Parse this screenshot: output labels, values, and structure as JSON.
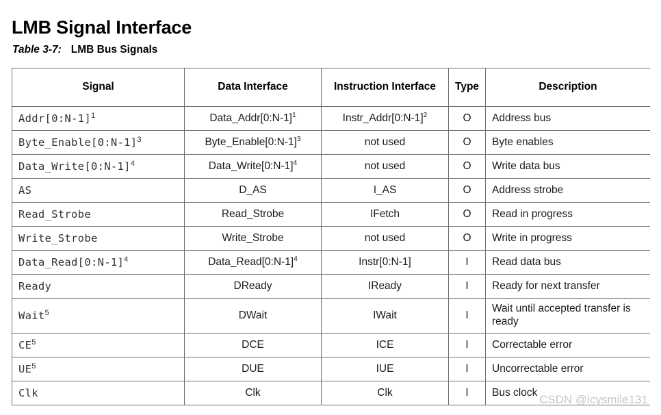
{
  "page": {
    "title": "LMB Signal Interface"
  },
  "caption": {
    "number": "Table 3-7:",
    "title": "LMB Bus Signals"
  },
  "accent_color": "#bf1e4b",
  "watermark": "CSDN @icysmile131",
  "table": {
    "columns": [
      "Signal",
      "Data Interface",
      "Instruction Interface",
      "Type",
      "Description"
    ],
    "rows": [
      {
        "signal": "Addr[0:N-1]",
        "signal_sup": "1",
        "data": "Data_Addr[0:N-1]",
        "data_sup": "1",
        "instr": "Instr_Addr[0:N-1]",
        "instr_sup": "2",
        "type": "O",
        "desc": "Address bus"
      },
      {
        "signal": "Byte_Enable[0:N-1]",
        "signal_sup": "3",
        "data": "Byte_Enable[0:N-1]",
        "data_sup": "3",
        "instr": "not used",
        "instr_sup": "",
        "type": "O",
        "desc": "Byte enables"
      },
      {
        "signal": "Data_Write[0:N-1]",
        "signal_sup": "4",
        "data": "Data_Write[0:N-1]",
        "data_sup": "4",
        "instr": "not used",
        "instr_sup": "",
        "type": "O",
        "desc": "Write data bus"
      },
      {
        "signal": "AS",
        "signal_sup": "",
        "data": "D_AS",
        "data_sup": "",
        "instr": "I_AS",
        "instr_sup": "",
        "type": "O",
        "desc": "Address strobe"
      },
      {
        "signal": "Read_Strobe",
        "signal_sup": "",
        "data": "Read_Strobe",
        "data_sup": "",
        "instr": "IFetch",
        "instr_sup": "",
        "type": "O",
        "desc": "Read in progress"
      },
      {
        "signal": "Write_Strobe",
        "signal_sup": "",
        "data": "Write_Strobe",
        "data_sup": "",
        "instr": "not used",
        "instr_sup": "",
        "type": "O",
        "desc": "Write in progress"
      },
      {
        "signal": "Data_Read[0:N-1]",
        "signal_sup": "4",
        "data": "Data_Read[0:N-1]",
        "data_sup": "4",
        "instr": "Instr[0:N-1]",
        "instr_sup": "",
        "type": "I",
        "desc": "Read data bus"
      },
      {
        "signal": "Ready",
        "signal_sup": "",
        "data": "DReady",
        "data_sup": "",
        "instr": "IReady",
        "instr_sup": "",
        "type": "I",
        "desc": "Ready for next transfer"
      },
      {
        "signal": "Wait",
        "signal_sup": "5",
        "data": "DWait",
        "data_sup": "",
        "instr": "IWait",
        "instr_sup": "",
        "type": "I",
        "desc": "Wait until accepted transfer is ready",
        "tall": true
      },
      {
        "signal": "CE",
        "signal_sup": "5",
        "data": "DCE",
        "data_sup": "",
        "instr": "ICE",
        "instr_sup": "",
        "type": "I",
        "desc": "Correctable error"
      },
      {
        "signal": "UE",
        "signal_sup": "5",
        "data": "DUE",
        "data_sup": "",
        "instr": "IUE",
        "instr_sup": "",
        "type": "I",
        "desc": "Uncorrectable error"
      },
      {
        "signal": "Clk",
        "signal_sup": "",
        "data": "Clk",
        "data_sup": "",
        "instr": "Clk",
        "instr_sup": "",
        "type": "I",
        "desc": "Bus clock"
      }
    ]
  }
}
